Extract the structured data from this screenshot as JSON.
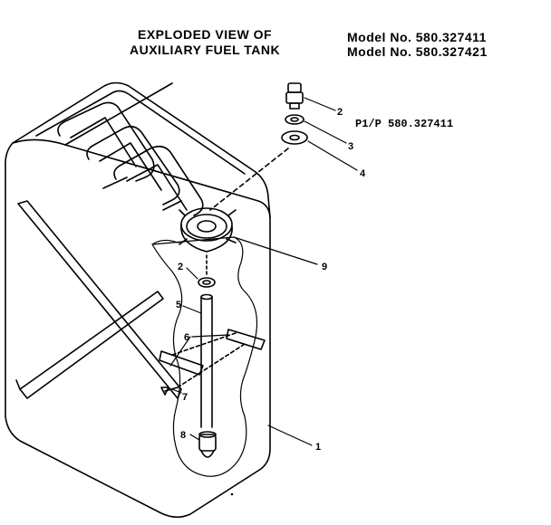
{
  "header": {
    "title_line1": "EXPLODED VIEW OF",
    "title_line2": "AUXILIARY FUEL TANK",
    "model_line1": "Model No. 580.327411",
    "model_line2": "Model No. 580.327421"
  },
  "part_number_note": "P1/P 580.327411",
  "callouts": {
    "c1": "1",
    "c2_top": "2",
    "c3": "3",
    "c4": "4",
    "c9": "9",
    "c2_inner": "2",
    "c5": "5",
    "c6": "6",
    "c7": "7",
    "c8": "8"
  }
}
